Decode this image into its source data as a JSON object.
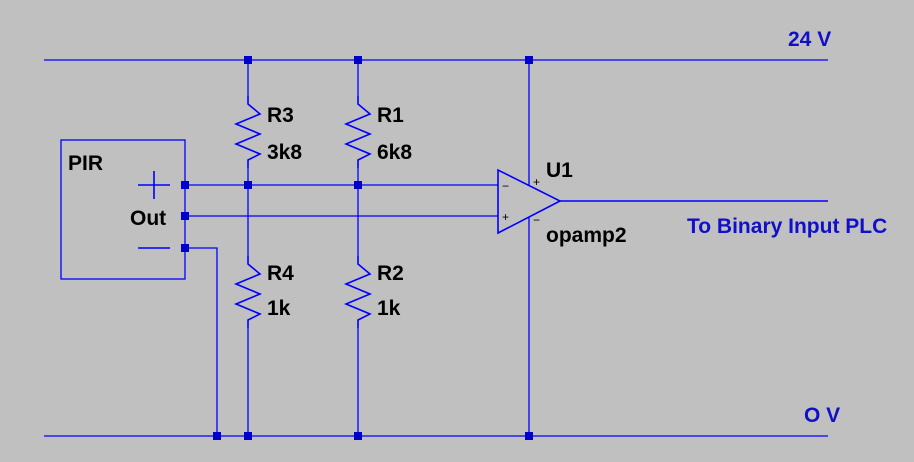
{
  "nets": {
    "supply_label": "24 V",
    "ground_label": "O V",
    "output_label": "To Binary Input PLC"
  },
  "pir": {
    "name": "PIR",
    "out_label": "Out"
  },
  "resistors": [
    {
      "ref": "R3",
      "value": "3k8"
    },
    {
      "ref": "R4",
      "value": "1k"
    },
    {
      "ref": "R1",
      "value": "6k8"
    },
    {
      "ref": "R2",
      "value": "1k"
    }
  ],
  "opamp": {
    "ref": "U1",
    "model": "opamp2",
    "plus_sign": "+",
    "minus_sign": "−"
  },
  "colors": {
    "background": "#c0c0c0",
    "wire": "#0000ff",
    "junction": "#0000cc",
    "component_text": "#000000",
    "net_label": "#1010c8"
  }
}
